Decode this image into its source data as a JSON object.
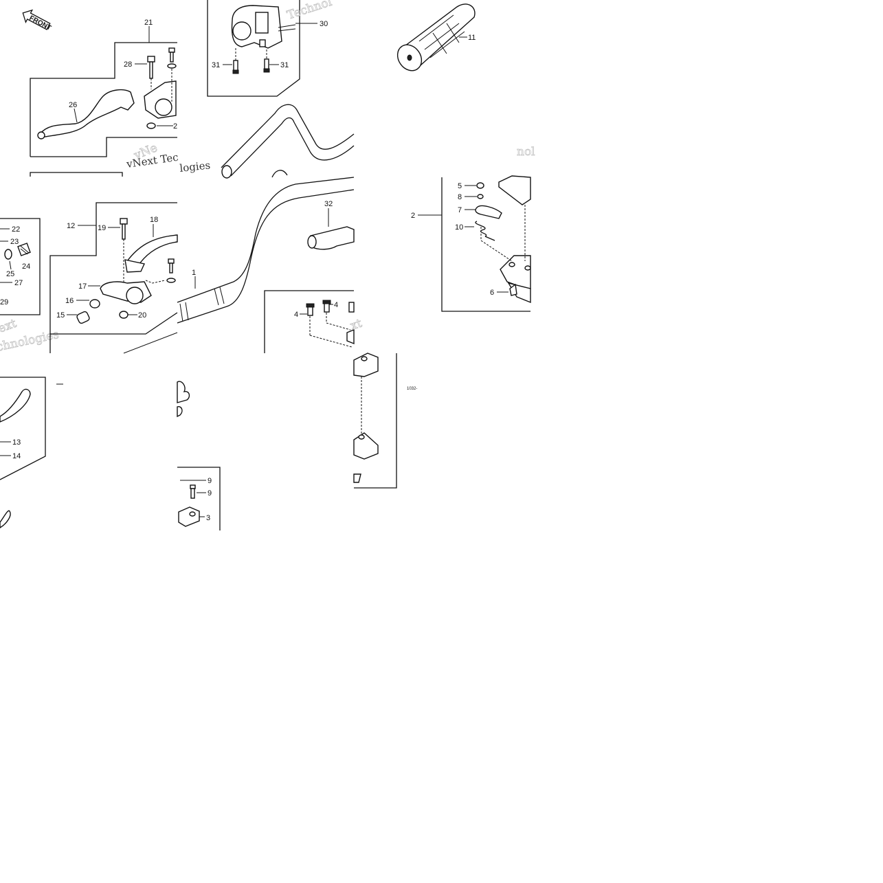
{
  "labels": {
    "l1": "1",
    "l2": "2",
    "l3": "3",
    "l4a": "4",
    "l4b": "4",
    "l5": "5",
    "l6": "6",
    "l7": "7",
    "l8": "8",
    "l9a": "9",
    "l9b": "9",
    "l10": "10",
    "l11": "11",
    "l12": "12",
    "l13": "13",
    "l14": "14",
    "l15": "15",
    "l16": "16",
    "l17": "17",
    "l18": "18",
    "l19": "19",
    "l20": "20",
    "l21": "21",
    "l22": "22",
    "l23": "23",
    "l24": "24",
    "l25": "25",
    "l26": "26",
    "l27": "27",
    "l28": "28",
    "l29": "29",
    "l30": "30",
    "l31a": "31",
    "l31b": "31",
    "l32": "32"
  },
  "front_arrow": "FRONT",
  "figure_code": "1032-",
  "watermark": {
    "tech": "Technol",
    "vnext": "vNext Tec",
    "logies": "logies",
    "ext": "ext",
    "technologies": "chnologies",
    "xt": "xt",
    "vn": "vNe",
    "nol": "nol"
  }
}
